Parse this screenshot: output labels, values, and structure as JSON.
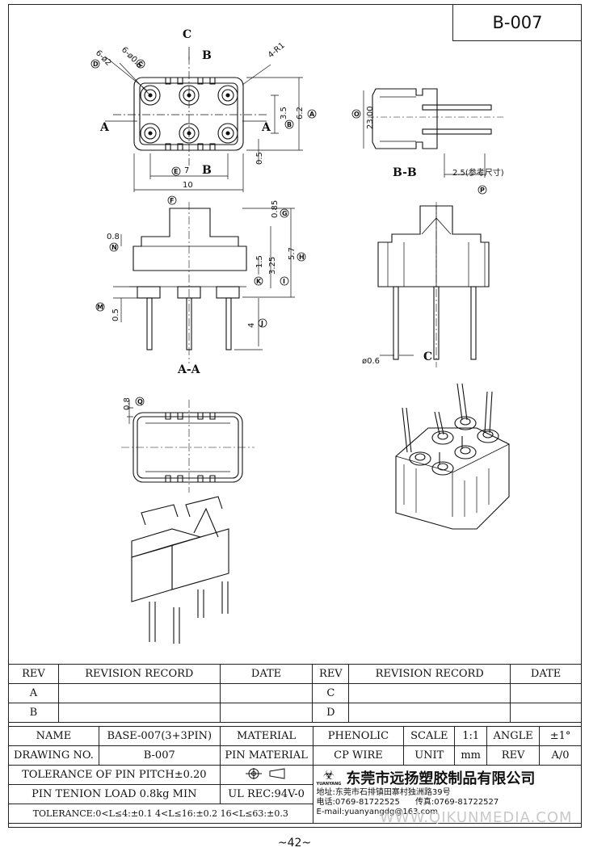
{
  "part_code": "B-007",
  "page_number": "~42~",
  "watermark": "WWW.QIKUNMEDIA.COM",
  "views": {
    "top": {
      "section_c": "C",
      "section_b": "B",
      "section_a": "A",
      "dims": {
        "holes_d": "6-ø2",
        "holes_c": "6-ø0.6",
        "radius": "4-R1",
        "pitch_b": "3.5",
        "height_a": "6.2",
        "offset": "0.5",
        "pitch_e": "7",
        "width_f": "10"
      }
    },
    "side_bb": {
      "title": "B-B",
      "dim_o": "23.00",
      "dim_p": "2.5(参考尺寸)"
    },
    "section_aa": {
      "title": "A-A",
      "dims": {
        "g": "0.85",
        "n": "0.8",
        "h": "5.7",
        "k": "1.5",
        "i": "3.25",
        "m": "0.5",
        "j": "4"
      }
    },
    "end_view": {
      "title": "C",
      "dim": "ø0.6"
    },
    "bottom": {
      "dim_q": "0.8"
    },
    "circle_labels": {
      "a": "A",
      "b": "B",
      "c": "C",
      "d": "D",
      "e": "E",
      "f": "F",
      "g": "G",
      "h": "H",
      "i": "I",
      "j": "J",
      "k": "K",
      "m": "M",
      "n": "N",
      "o": "O",
      "p": "P",
      "q": "Q"
    }
  },
  "revision_table": {
    "headers": {
      "rev": "REV",
      "record": "REVISION RECORD",
      "date": "DATE",
      "rev2": "REV",
      "record2": "REVISION RECORD",
      "date2": "DATE"
    },
    "rows": [
      {
        "left": "A",
        "right": "C"
      },
      {
        "left": "B",
        "right": "D"
      }
    ]
  },
  "title_block": {
    "name_label": "NAME",
    "name_value": "BASE-007(3+3PIN)",
    "material_label": "MATERIAL",
    "material_value": "PHENOLIC",
    "scale_label": "SCALE",
    "scale_value": "1:1",
    "angle_label": "ANGLE",
    "angle_value": "±1°",
    "drawing_no_label": "DRAWING NO.",
    "drawing_no_value": "B-007",
    "pin_material_label": "PIN MATERIAL",
    "pin_material_value": "CP WIRE",
    "unit_label": "UNIT",
    "unit_value": "mm",
    "rev_label": "REV",
    "rev_value": "A/0",
    "pitch_tolerance": "TOLERANCE OF PIN PITCH±0.20",
    "tension": "PIN TENION LOAD 0.8kg MIN",
    "ul": "UL REC:94V-0",
    "tolerance": "TOLERANCE:0<L≤4:±0.1  4<L≤16:±0.2  16<L≤63:±0.3",
    "company": {
      "logo_text": "YUANYANG",
      "name": "东莞市远扬塑胶制品有限公司",
      "address": "地址:东莞市石排镇田寨村独洲路39号",
      "phone": "电话:0769-81722525",
      "fax": "传真:0769-81722527",
      "email": "E-mail:yuanyangdg@163.com"
    }
  }
}
